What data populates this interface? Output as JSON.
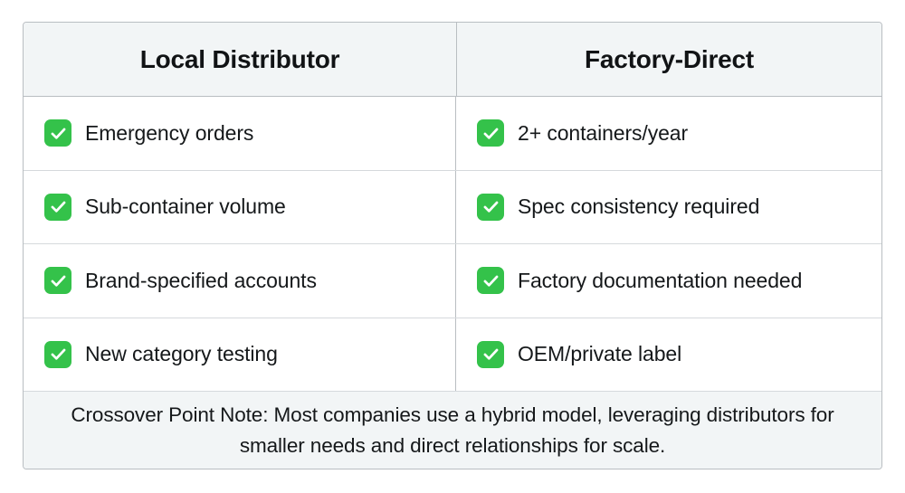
{
  "table": {
    "columns": [
      {
        "id": "local-distributor",
        "header": "Local Distributor"
      },
      {
        "id": "factory-direct",
        "header": "Factory-Direct"
      }
    ],
    "rows": [
      {
        "left": "Emergency orders",
        "right": "2+ containers/year"
      },
      {
        "left": "Sub-container volume",
        "right": "Spec consistency required"
      },
      {
        "left": "Brand-specified accounts",
        "right": "Factory documentation needed"
      },
      {
        "left": "New category testing",
        "right": "OEM/private label"
      }
    ],
    "footer": {
      "note": "Crossover Point Note: Most companies use a hybrid model, leveraging distributors for smaller needs and direct relationships for scale."
    },
    "icons": {
      "check": "check-square-icon"
    },
    "colors": {
      "check_green": "#34c24a",
      "header_background": "#f2f5f6",
      "footer_background": "#f2f5f6",
      "border": "#b9bec2",
      "row_divider": "#d5d9dc",
      "text": "#15181a"
    }
  }
}
